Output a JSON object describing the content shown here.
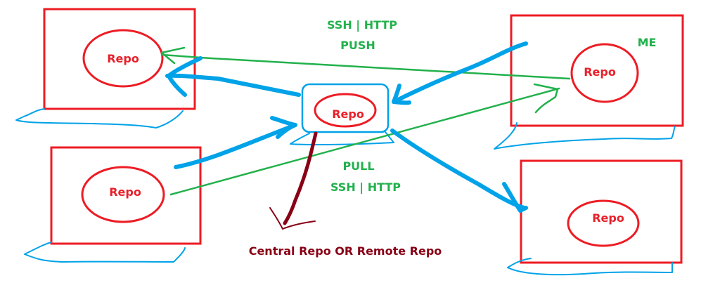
{
  "colors": {
    "computer_outline": "#ed1c24",
    "repo_text": "#ed1c24",
    "laptop_base": "#00a2e8",
    "sync_arrows": "#00a2e8",
    "protocol_arrows": "#22b14c",
    "central_label": "#880015"
  },
  "nodes": [
    {
      "id": "top-left",
      "label": "Repo"
    },
    {
      "id": "bottom-left",
      "label": "Repo"
    },
    {
      "id": "central",
      "label": "Repo"
    },
    {
      "id": "me",
      "label": "Repo",
      "tag": "ME"
    },
    {
      "id": "bottom-right",
      "label": "Repo"
    }
  ],
  "labels": {
    "push_protocol": "SSH | HTTP",
    "push": "PUSH",
    "pull": "PULL",
    "pull_protocol": "SSH | HTTP",
    "me": "ME",
    "central_caption": "Central Repo OR Remote Repo"
  }
}
